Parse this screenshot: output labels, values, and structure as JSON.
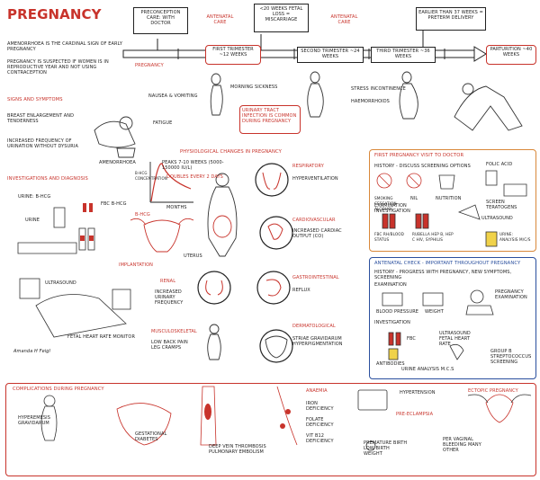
{
  "title": "Pregnancy",
  "intro": {
    "amenorrhea": "Amenorrhoea is the cardinal sign of early pregnancy",
    "suspected": "Pregnancy is suspected if women is in reproductive year and not using contraception"
  },
  "timeline": {
    "preconception": "Preconception care: with doctor",
    "loss": "<20 weeks fetal loss = miscarriage",
    "preterm": "Earlier than 37 weeks = preterm delivery",
    "antenatal_left": "Antenatal care",
    "antenatal_right": "Antenatal care",
    "pregnancy_label": "Pregnancy",
    "first": "First trimester ~12 weeks",
    "second": "Second trimester ~24 weeks",
    "third": "Third trimester ~36 weeks",
    "parturition": "Parturition ~40 weeks"
  },
  "symptoms": {
    "heading": "Signs and symptoms",
    "breast": "Breast enlargement and tenderness",
    "urination": "Increased frequency of urination without dysuria",
    "nausea": "Nausea & vomiting",
    "fatigue": "Fatigue",
    "amenorrhoea": "Amenorrhoea",
    "morning": "Morning sickness",
    "uti": "Urinary tract infection is common during pregnancy",
    "stress": "Stress incontinence",
    "haemorrhoids": "Haemorrhoids"
  },
  "investigations": {
    "heading": "Investigations and diagnosis",
    "urine": "Urine: B-hCG",
    "fbc": "FBC B-hCG",
    "urine2": "Urine",
    "ultrasound": "Ultrasound",
    "fetal": "Fetal heart rate monitor",
    "signature": "Amanda H Feigl"
  },
  "physio": {
    "heading": "Physiological changes in pregnancy",
    "peaks": "Peaks 7-10 weeks (5000-150000 IU/L)",
    "double": "Doubles every 2 days",
    "conc": "B-hCG concentration",
    "months": "Months",
    "bhcg": "B-hCG",
    "implant": "Implantation",
    "uterus": "Uterus",
    "respiratory": "Respiratory",
    "hyper": "Hyperventilation",
    "cardio": "Cardiovascular",
    "cardio_txt": "Increased cardiac output (CO)",
    "renal": "Renal",
    "renal_txt": "Increased urinary frequency",
    "gi": "Gastrointestinal",
    "reflux": "Reflux",
    "msk": "Musculoskeletal",
    "msk_txt": "Low back pain leg cramps",
    "derm": "Dermatological",
    "derm_txt": "Striae gravidarum hyperpigmentation"
  },
  "first_visit": {
    "heading": "First pregnancy visit to doctor",
    "history": "History - discuss screening options",
    "exam": "Examination",
    "invest": "Investigation",
    "smoking": "Smoking cessation alcohol",
    "nil": "Nil",
    "nutrition": "Nutrition",
    "folic": "Folic acid",
    "screen": "Screen teratogens",
    "fbc": "FBC Rh/Blood status",
    "rubella": "Rubella Hep B, Hep C HIV, Syphilis",
    "ultra": "Ultrasound",
    "urine": "Urine: Analysis M/C/S"
  },
  "antenatal": {
    "heading": "Antenatal check - important throughout pregnancy",
    "history": "History - progress with pregnancy, new symptoms, screening",
    "exam": "Examination",
    "invest": "Investigation",
    "bp": "Blood pressure",
    "weight": "Weight",
    "preg_exam": "Pregnancy examination",
    "fbc": "FBC",
    "antibodies": "Antibodies",
    "urine": "Urine analysis M.C.S",
    "doppler": "Ultrasound fetal heart rate",
    "group": "Group B streptococcus screening"
  },
  "complications": {
    "heading": "Complications during pregnancy",
    "hyper": "Hyperemesis gravidarum",
    "gdm": "Gestational diabetes",
    "dvt": "Deep vein thrombosis pulmonary embolism",
    "anaemia": "Anaemia",
    "iron": "Iron deficiency",
    "folate": "Folate deficiency",
    "b12": "Vit B12 deficiency",
    "htn": "Hypertension",
    "pre": "Pre-eclampsia",
    "premature": "Premature birth low birth weight",
    "ectopic": "Ectopic pregnancy",
    "bleeding": "Per vaginal bleeding many other"
  }
}
